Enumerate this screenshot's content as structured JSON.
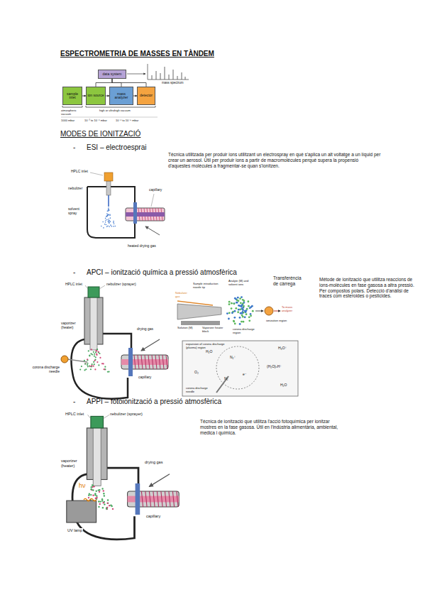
{
  "diagram": {
    "title": "ESPECTROMETRIA DE MASSES EN TÀNDEM",
    "nodes": [
      {
        "text": [
          "data system"
        ]
      },
      {
        "text": [
          "sample inlet"
        ]
      },
      {
        "text": [
          "ion source"
        ]
      },
      {
        "text": [
          "mass analyzer"
        ]
      },
      {
        "text": [
          "detector"
        ]
      }
    ],
    "edges": [
      {
        "from": 1,
        "to": 2,
        "arrow": "to"
      },
      {
        "from": 2,
        "to": 3,
        "arrow": "to"
      },
      {
        "from": 3,
        "to": 4,
        "arrow": "to"
      },
      {
        "from": 0,
        "to": 2,
        "arrow": "none"
      },
      {
        "from": 0,
        "to": 3,
        "arrow": "none"
      },
      {
        "from": 0,
        "to": 4,
        "arrow": "none"
      }
    ],
    "labels": [
      "mass spectrum",
      "atmospheric vacuum",
      "high or ultrahigh vacuum",
      "1000 mbar",
      "10⁻³ to 10⁻⁶ mbar",
      "10⁻⁶ to 10⁻⁹ mbar",
      "MODES DE IONITZACIÓ",
      "-",
      "ESI – electroesprai",
      "Tècnica utilitzada per produir ions utilitzant un electrospray en què s'aplica un alt voltatge a un líquid per crear un aerosol. Útil per produir ions a partir de macromolècules perquè supera la propensió d'aquestes molècules a fragmentar-se quan s'ionitzen.",
      "HPLC inlet",
      "nebulizer",
      "capillary",
      "solvent spray",
      "heated drying gas",
      "-",
      "APCI – ionització química a pressió atmosfèrica",
      "HPLC inlet",
      "nebulizer (sprayer)",
      "vaporizer (heater)",
      "drying gas",
      "corona discharge needle",
      "capillary",
      "Transferència de càrrega",
      "Mètode de ionització que utilitza reaccions de ions-molècules en fase gasosa a altra pressió. Per compostos polars. Detecció d'anàlisi de traces com esteroides o pesticides.",
      "Nebulizer gas",
      "Sample introduction nozzle tip",
      "Analyte (M) and solvent ions",
      "Solution (M)",
      "Vaporizer heater block",
      "corona discharge region",
      "To mass analyzer",
      "ionization region",
      "expansion of corona discharge (plasma) region",
      "corona discharge needle",
      "H₂O",
      "H₃O⁺",
      "(H₂O)ₙH⁺",
      "O₂",
      "N₂⁺",
      "e⁻",
      "H₂O",
      "N₂",
      "-",
      "APPI – fotoionització a pressió atmosfèrica",
      "HPLC inlet",
      "nebulizer (sprayer)",
      "vaporizer (heater)",
      "drying gas",
      "hν",
      "UV lamp",
      "capillary",
      "Tècnica de ionització que utilitza l'acció fotoquímica per ionitzar mostres en la fase gasosa. Útil en l'indústria alimentària, ambiental, medica i química."
    ]
  }
}
